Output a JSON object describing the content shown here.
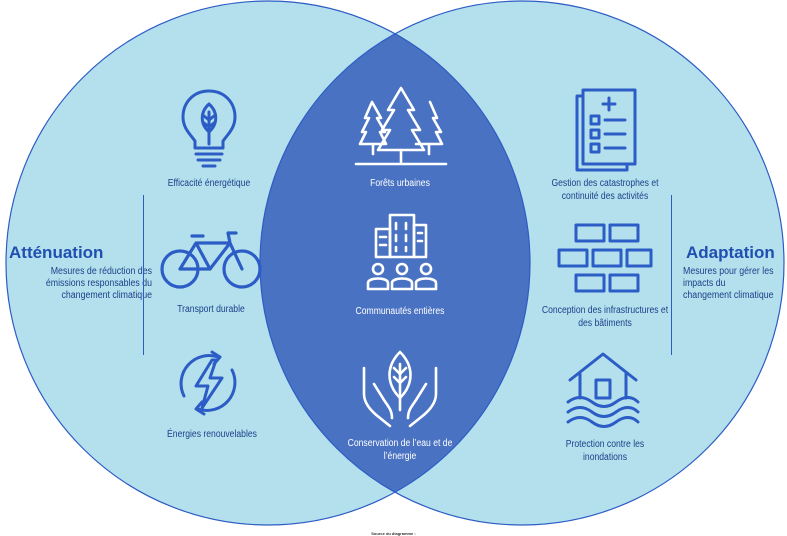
{
  "left": {
    "title": "Atténuation",
    "description": "Mesures de réduction des émissions responsables du changement climatique",
    "items": [
      {
        "label": "Efficacité énergétique",
        "icon": "lightbulb-leaf-icon"
      },
      {
        "label": "Transport durable",
        "icon": "bicycle-icon"
      },
      {
        "label": "Énergies renouvelables",
        "icon": "renewable-energy-icon"
      }
    ]
  },
  "center": {
    "items": [
      {
        "label": "Forêts urbaines",
        "icon": "forest-icon"
      },
      {
        "label": "Communautés entières",
        "icon": "community-icon"
      },
      {
        "label": "Conservation de l’eau et de l’énergie",
        "icon": "hands-leaf-icon"
      }
    ]
  },
  "right": {
    "title": "Adaptation",
    "description": "Mesures pour gérer les impacts du changement climatique",
    "items": [
      {
        "label": "Gestion des catastrophes et continuité des activités",
        "icon": "checklist-icon"
      },
      {
        "label": "Conception des infrastructures et des bâtiments",
        "icon": "brick-wall-icon"
      },
      {
        "label": "Protection contre les inondations",
        "icon": "flood-house-icon"
      }
    ]
  },
  "footer": {
    "source": "Source du diagramme :"
  },
  "colors": {
    "circle_fill": "#b3e0ec",
    "overlap_fill": "#4a72c2",
    "outline": "#2c5cc5",
    "text": "#1d3f8a"
  }
}
